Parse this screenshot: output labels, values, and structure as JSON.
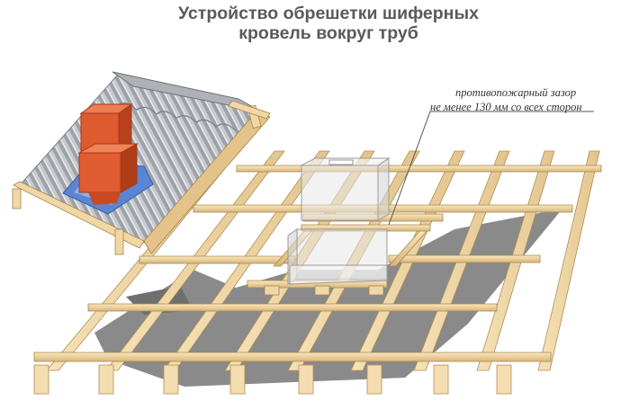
{
  "diagram": {
    "title_line1": "Устройство обрешетки шиферных",
    "title_line2": "кровель вокруг труб",
    "callout_line1": "противопожарный зазор",
    "callout_line2": "не менее 130 мм со всех сторон"
  },
  "colors": {
    "wood_light": "#f3d9a6",
    "wood_dark": "#c9a266",
    "membrane": "#7f7f7f",
    "chimney_brick": "#d9532b",
    "slate_sheet": "#b9bcc2",
    "flashing_blue": "#4b76c8",
    "title_text": "#5a5a5a"
  }
}
